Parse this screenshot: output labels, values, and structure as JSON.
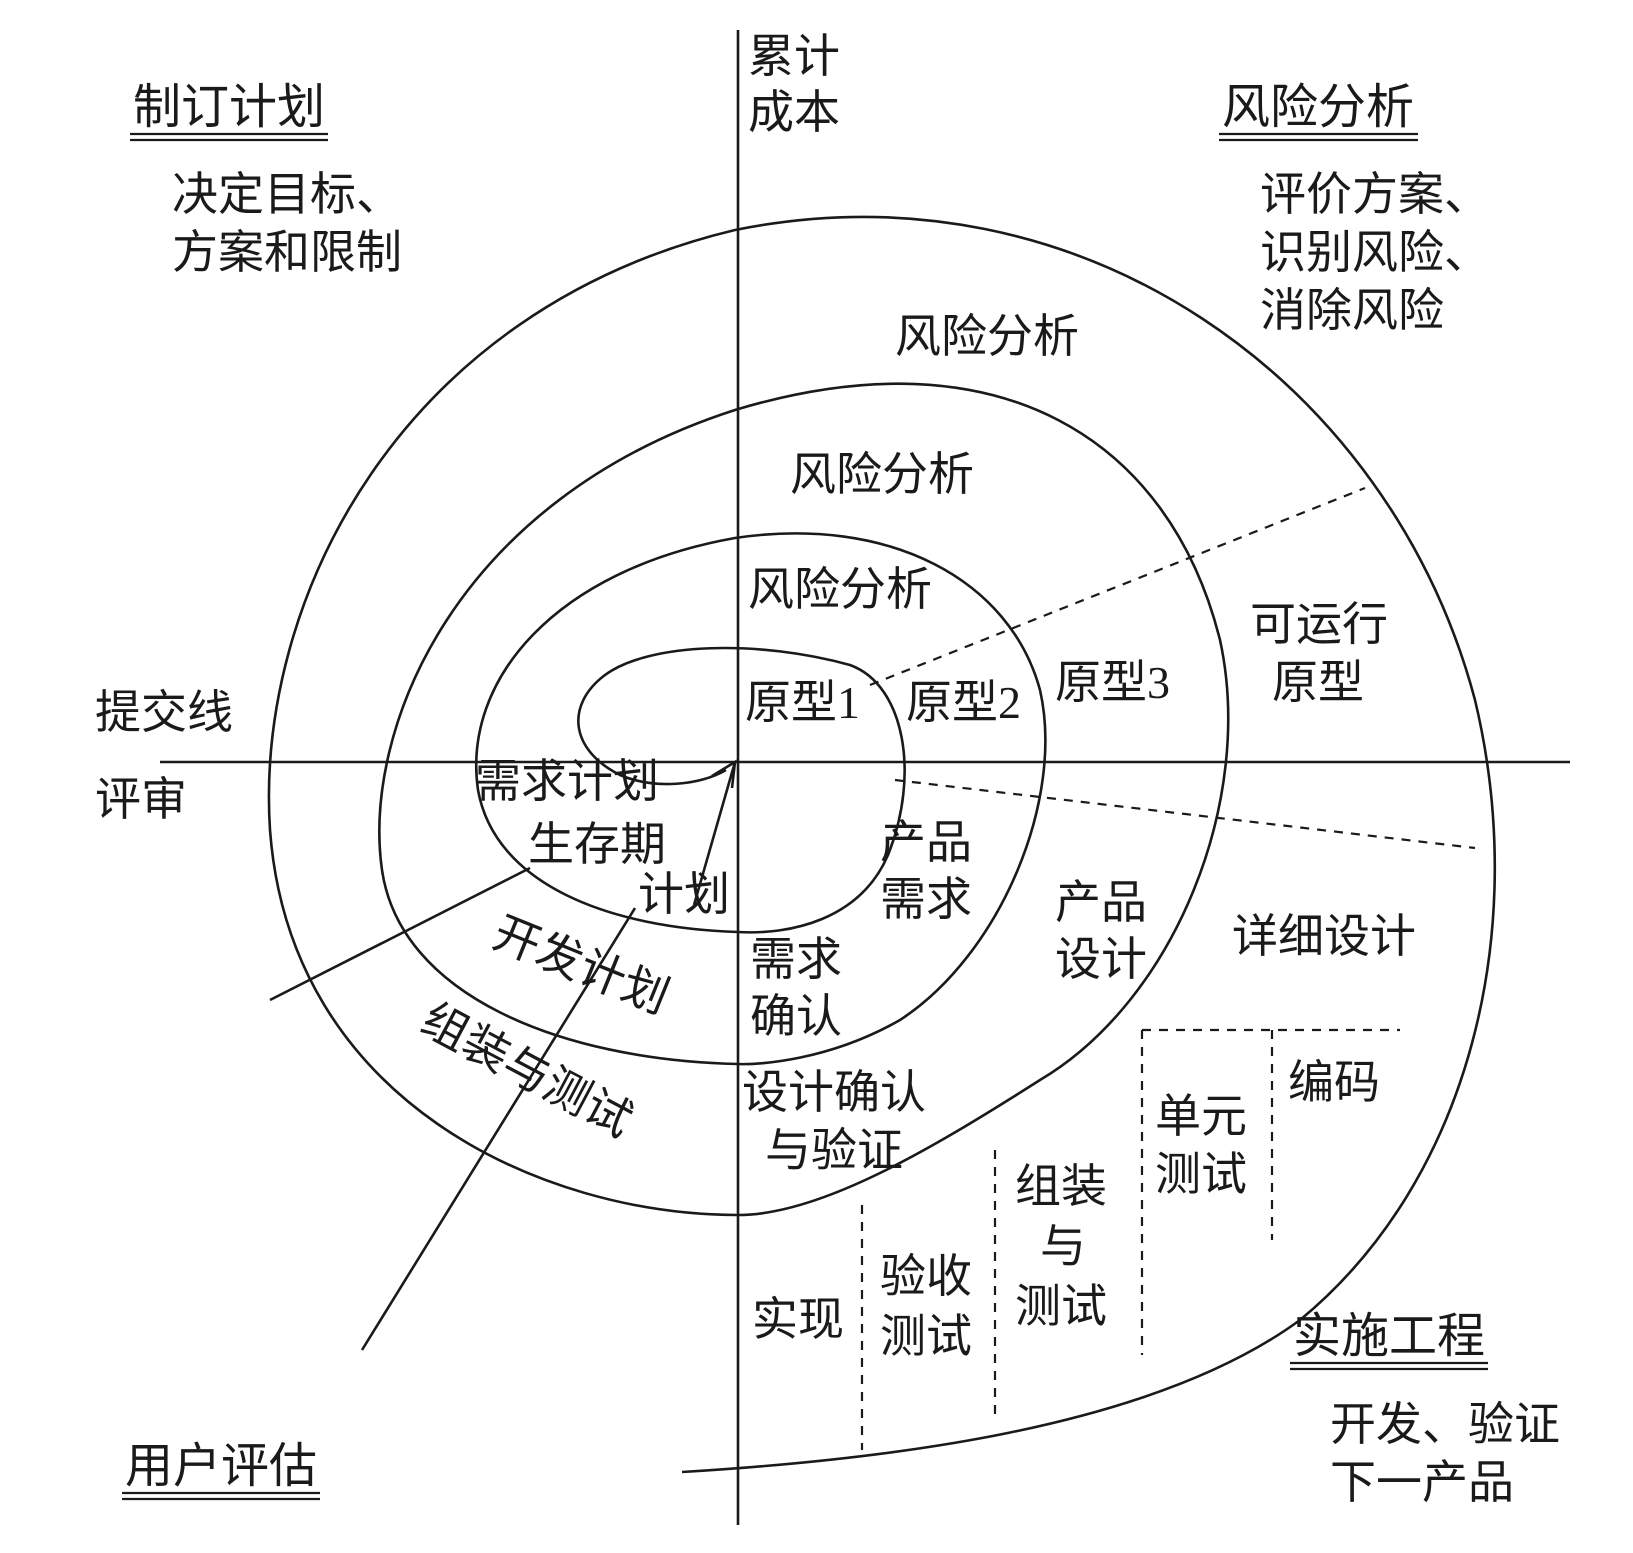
{
  "quadrants": {
    "planning": {
      "heading": "制订计划",
      "lines": [
        "决定目标、",
        "方案和限制"
      ]
    },
    "risk": {
      "heading": "风险分析",
      "lines": [
        "评价方案、",
        "识别风险、",
        "消除风险"
      ]
    },
    "engineering": {
      "heading": "实施工程",
      "lines": [
        "开发、验证",
        "下一产品"
      ]
    },
    "evaluation": {
      "heading": "用户评估"
    }
  },
  "axes": {
    "cost": [
      "累计",
      "成本"
    ],
    "commit_line": "提交线",
    "review": "评审"
  },
  "labels": {
    "risk_analysis_outer": "风险分析",
    "risk_analysis_middle": "风险分析",
    "risk_analysis_inner": "风险分析",
    "prototype_1": "原型1",
    "prototype_2": "原型2",
    "prototype_3": "原型3",
    "runnable_prototype": [
      "可运行",
      "原型"
    ],
    "requirements_plan": "需求计划",
    "lifecycle_plan": [
      "生存期",
      "计划"
    ],
    "development_plan": "开发计划",
    "integration_test_plan": "组装与测试",
    "product_requirements": [
      "产品",
      "需求"
    ],
    "product_design": [
      "产品",
      "设计"
    ],
    "detailed_design": "详细设计",
    "requirements_validation": [
      "需求",
      "确认"
    ],
    "design_validation": [
      "设计确认",
      "与验证"
    ],
    "unit_test": [
      "单元",
      "测试"
    ],
    "coding": "编码",
    "integration_test": [
      "组装",
      "与",
      "测试"
    ],
    "acceptance_test": [
      "验收",
      "测试"
    ],
    "implementation": [
      "实现"
    ]
  }
}
